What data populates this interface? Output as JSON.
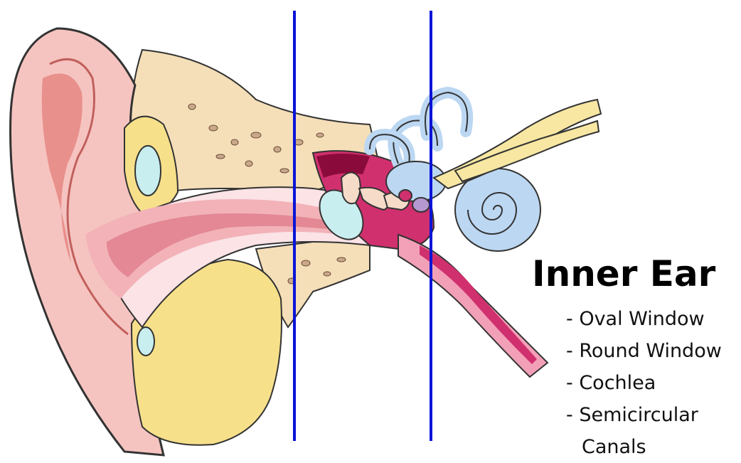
{
  "title": "Inner Ear",
  "items": [
    "- Oval Window",
    "- Round Window",
    "- Cochlea",
    "- Semicircular",
    "Canals"
  ],
  "colors": {
    "divider_lines": "#0a14d6",
    "pinna": "#f6c4c0",
    "pinna_dark": "#e8908c",
    "bone": "#f5dfb8",
    "tissue": "#f7e08a",
    "canal": "#f2b2b8",
    "middle_ear": "#d0306e",
    "eardrum": "#c9eef0",
    "inner_ear": "#bcd7f2",
    "nerve": "#f7e7a2"
  }
}
